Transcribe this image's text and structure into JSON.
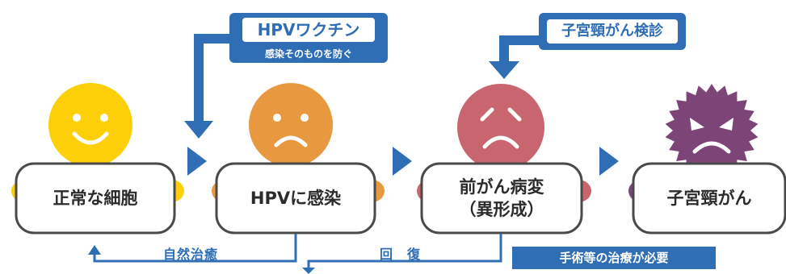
{
  "stages": [
    {
      "label": "正常な細胞",
      "face_color": "#fccf08",
      "mood": "happy"
    },
    {
      "label": "HPVに感染",
      "face_color": "#e8983f",
      "mood": "sad"
    },
    {
      "label": "前がん病変\n（異形成）",
      "face_color": "#c9656e",
      "mood": "worried"
    },
    {
      "label": "子宮頸がん",
      "face_color": "#7d4478",
      "mood": "angry"
    }
  ],
  "callouts": {
    "vaccine": {
      "title": "HPVワクチン",
      "subtitle": "感染そのものを防ぐ"
    },
    "screening": {
      "title": "子宮頸がん検診"
    }
  },
  "flows": {
    "natural_healing": "自然治癒",
    "recovery": "回　復",
    "treatment": "手術等の治療が必要"
  },
  "colors": {
    "accent": "#2f6db5",
    "sign_border": "#4a4a4a"
  }
}
